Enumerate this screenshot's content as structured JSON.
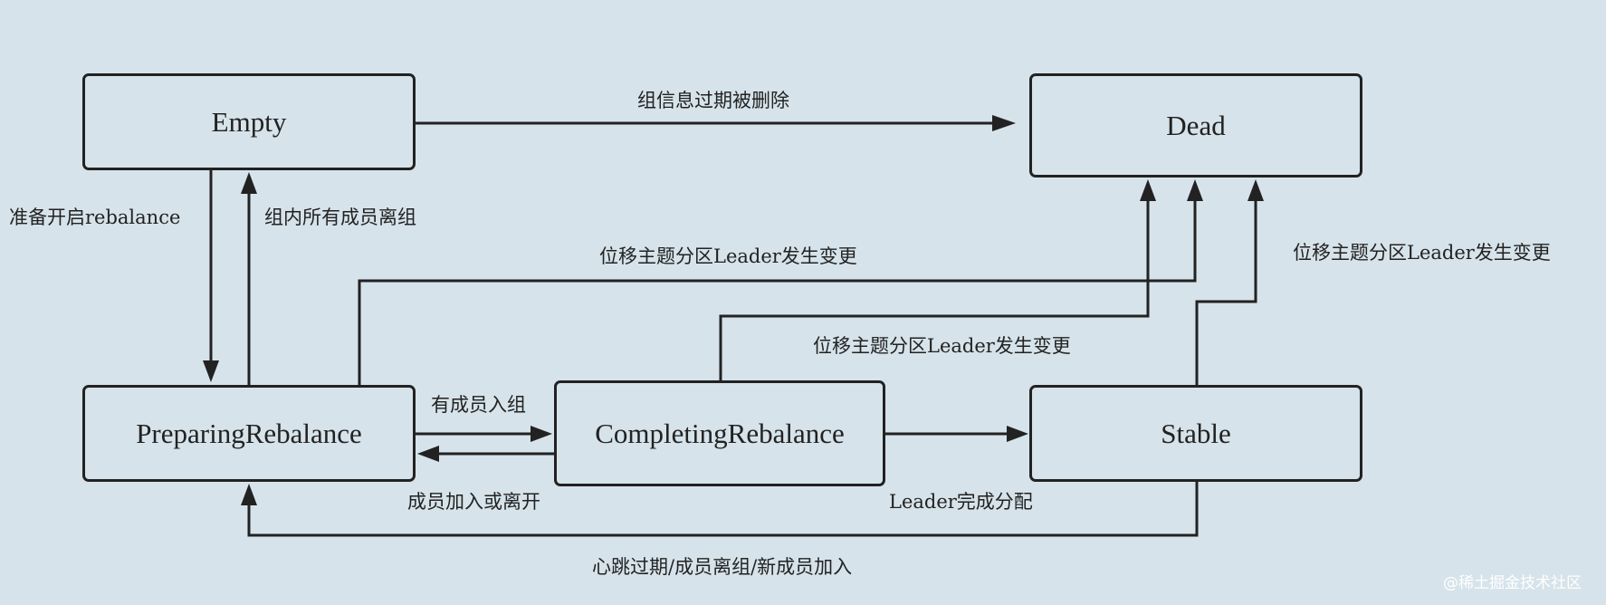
{
  "states": {
    "empty": "Empty",
    "dead": "Dead",
    "preparing": "PreparingRebalance",
    "completing": "CompletingRebalance",
    "stable": "Stable"
  },
  "transitions": {
    "empty_to_dead": "组信息过期被删除",
    "empty_to_preparing": "准备开启rebalance",
    "preparing_to_empty": "组内所有成员离组",
    "preparing_to_dead": "位移主题分区Leader发生变更",
    "completing_to_dead": "位移主题分区Leader发生变更",
    "stable_to_dead": "位移主题分区Leader发生变更",
    "preparing_to_completing": "有成员入组",
    "completing_to_preparing": "成员加入或离开",
    "completing_to_stable": "Leader完成分配",
    "stable_to_preparing": "心跳过期/成员离组/新成员加入"
  },
  "watermark": "@稀土掘金技术社区"
}
